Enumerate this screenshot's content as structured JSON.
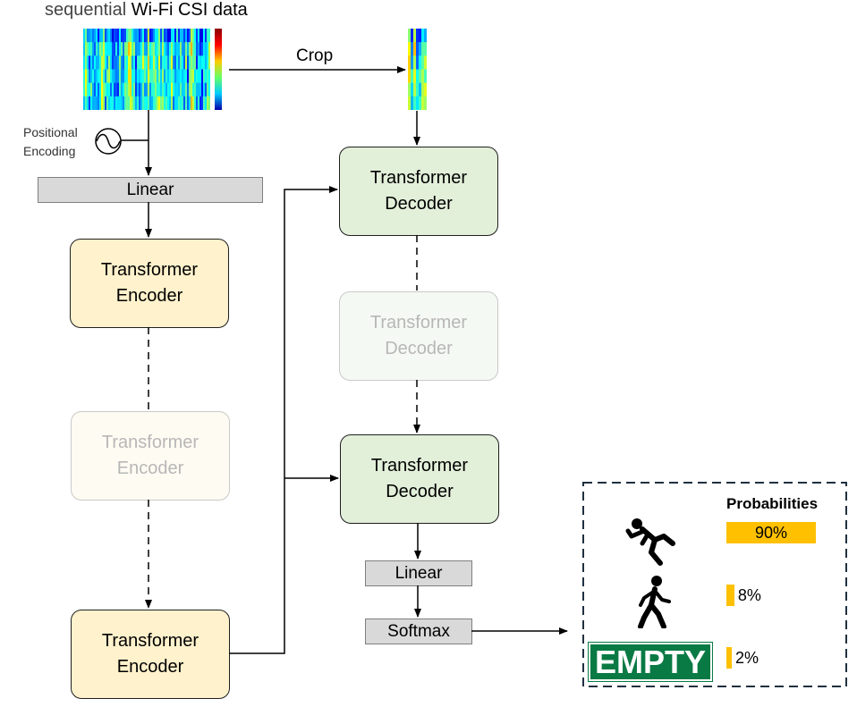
{
  "title_plain": "sequential",
  "title_strong": "Wi-Fi CSI data",
  "positional_encoding": [
    "Positional",
    "Encoding"
  ],
  "crop_label": "Crop",
  "linear_label": "Linear",
  "softmax_label": "Softmax",
  "encoder_label": [
    "Transformer",
    "Encoder"
  ],
  "decoder_label": [
    "Transformer",
    "Decoder"
  ],
  "probabilities": {
    "heading": "Probabilities",
    "items": [
      {
        "class_icon": "falling-person-icon",
        "value": 90,
        "label": "90%"
      },
      {
        "class_icon": "walking-person-icon",
        "value": 8,
        "label": "8%"
      },
      {
        "class_icon": "empty-sign",
        "text": "EMPTY",
        "value": 2,
        "label": "2%"
      }
    ]
  },
  "colors": {
    "encoder_fill": "#fff2cc",
    "decoder_fill": "#e2efd9",
    "probability_bar": "#ffc000",
    "empty_sign": "#0a7a44"
  }
}
